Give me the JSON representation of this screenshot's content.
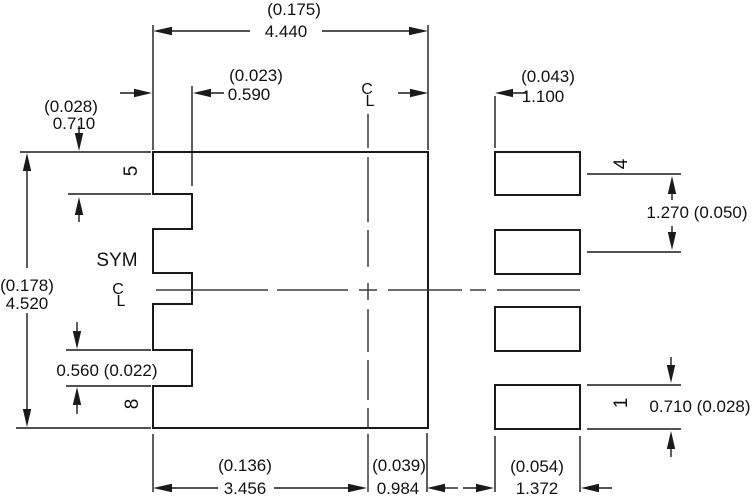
{
  "dimensions": {
    "overall_width": {
      "inch": "(0.175)",
      "mm": "4.440"
    },
    "notch_depth": {
      "inch": "(0.023)",
      "mm": "0.590"
    },
    "body_to_pad_gap": {
      "inch": "(0.043)",
      "mm": "1.100"
    },
    "pin5_edge_height": {
      "inch": "(0.028)",
      "mm": "0.710"
    },
    "overall_height": {
      "inch": "(0.178)",
      "mm": "4.520"
    },
    "notch_height": {
      "label": "0.560 (0.022)"
    },
    "left_to_centerline": {
      "inch": "(0.136)",
      "mm": "3.456"
    },
    "centerline_to_edge": {
      "inch": "(0.039)",
      "mm": "0.984"
    },
    "pad_width": {
      "inch": "(0.054)",
      "mm": "1.372"
    },
    "pad_pitch": {
      "label": "1.270 (0.050)"
    },
    "pad_height": {
      "label": "0.710 (0.028)"
    }
  },
  "labels": {
    "symmetry": "SYM",
    "centerline": {
      "c": "C",
      "l": "L"
    },
    "pins": {
      "pin1": "1",
      "pin4": "4",
      "pin5": "5",
      "pin8": "8"
    }
  },
  "colors": {
    "line": "#1a1a1a",
    "centerline": "#3d3d3d",
    "background": "#ffffff"
  }
}
